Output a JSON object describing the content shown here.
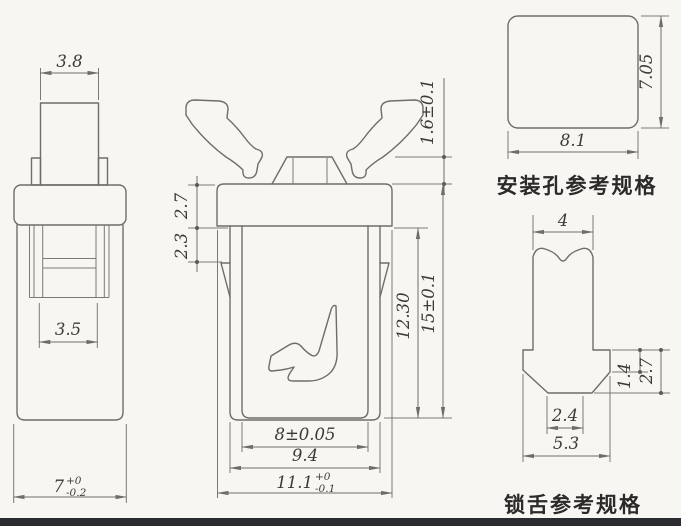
{
  "drawing": {
    "type": "engineering-dimension-drawing",
    "views": [
      "side-view",
      "front-view",
      "mounting-hole-reference",
      "latch-reference"
    ]
  },
  "side_view": {
    "stem_width": "3.8",
    "inner_width": "3.5",
    "base_width": "7",
    "base_tol_up": "+0",
    "base_tol_dn": "-0.2"
  },
  "front_view": {
    "tab_height": "1.6±0.1",
    "collar_height": "2.7",
    "barb_offset": "2.3",
    "cavity_depth": "12.30",
    "total_height": "15±0.1",
    "cavity_width": "8±0.05",
    "body_width": "9.4",
    "overall_width": "11.1",
    "overall_tol_up": "+0",
    "overall_tol_dn": "-0.1"
  },
  "mounting_hole": {
    "caption": "安装孔参考规格",
    "width": "8.1",
    "height": "7.05"
  },
  "latch": {
    "caption": "锁舌参考规格",
    "tip_width": "4",
    "flat_width": "2.4",
    "base_width": "5.3",
    "step_height": "1.4",
    "head_height": "2.7"
  },
  "colors": {
    "background": "#f7f6f3",
    "line": "#6f6d6a",
    "text": "#3c3a37",
    "caption_text": "#2b2a28",
    "footer_bar": "#2a2c30"
  }
}
